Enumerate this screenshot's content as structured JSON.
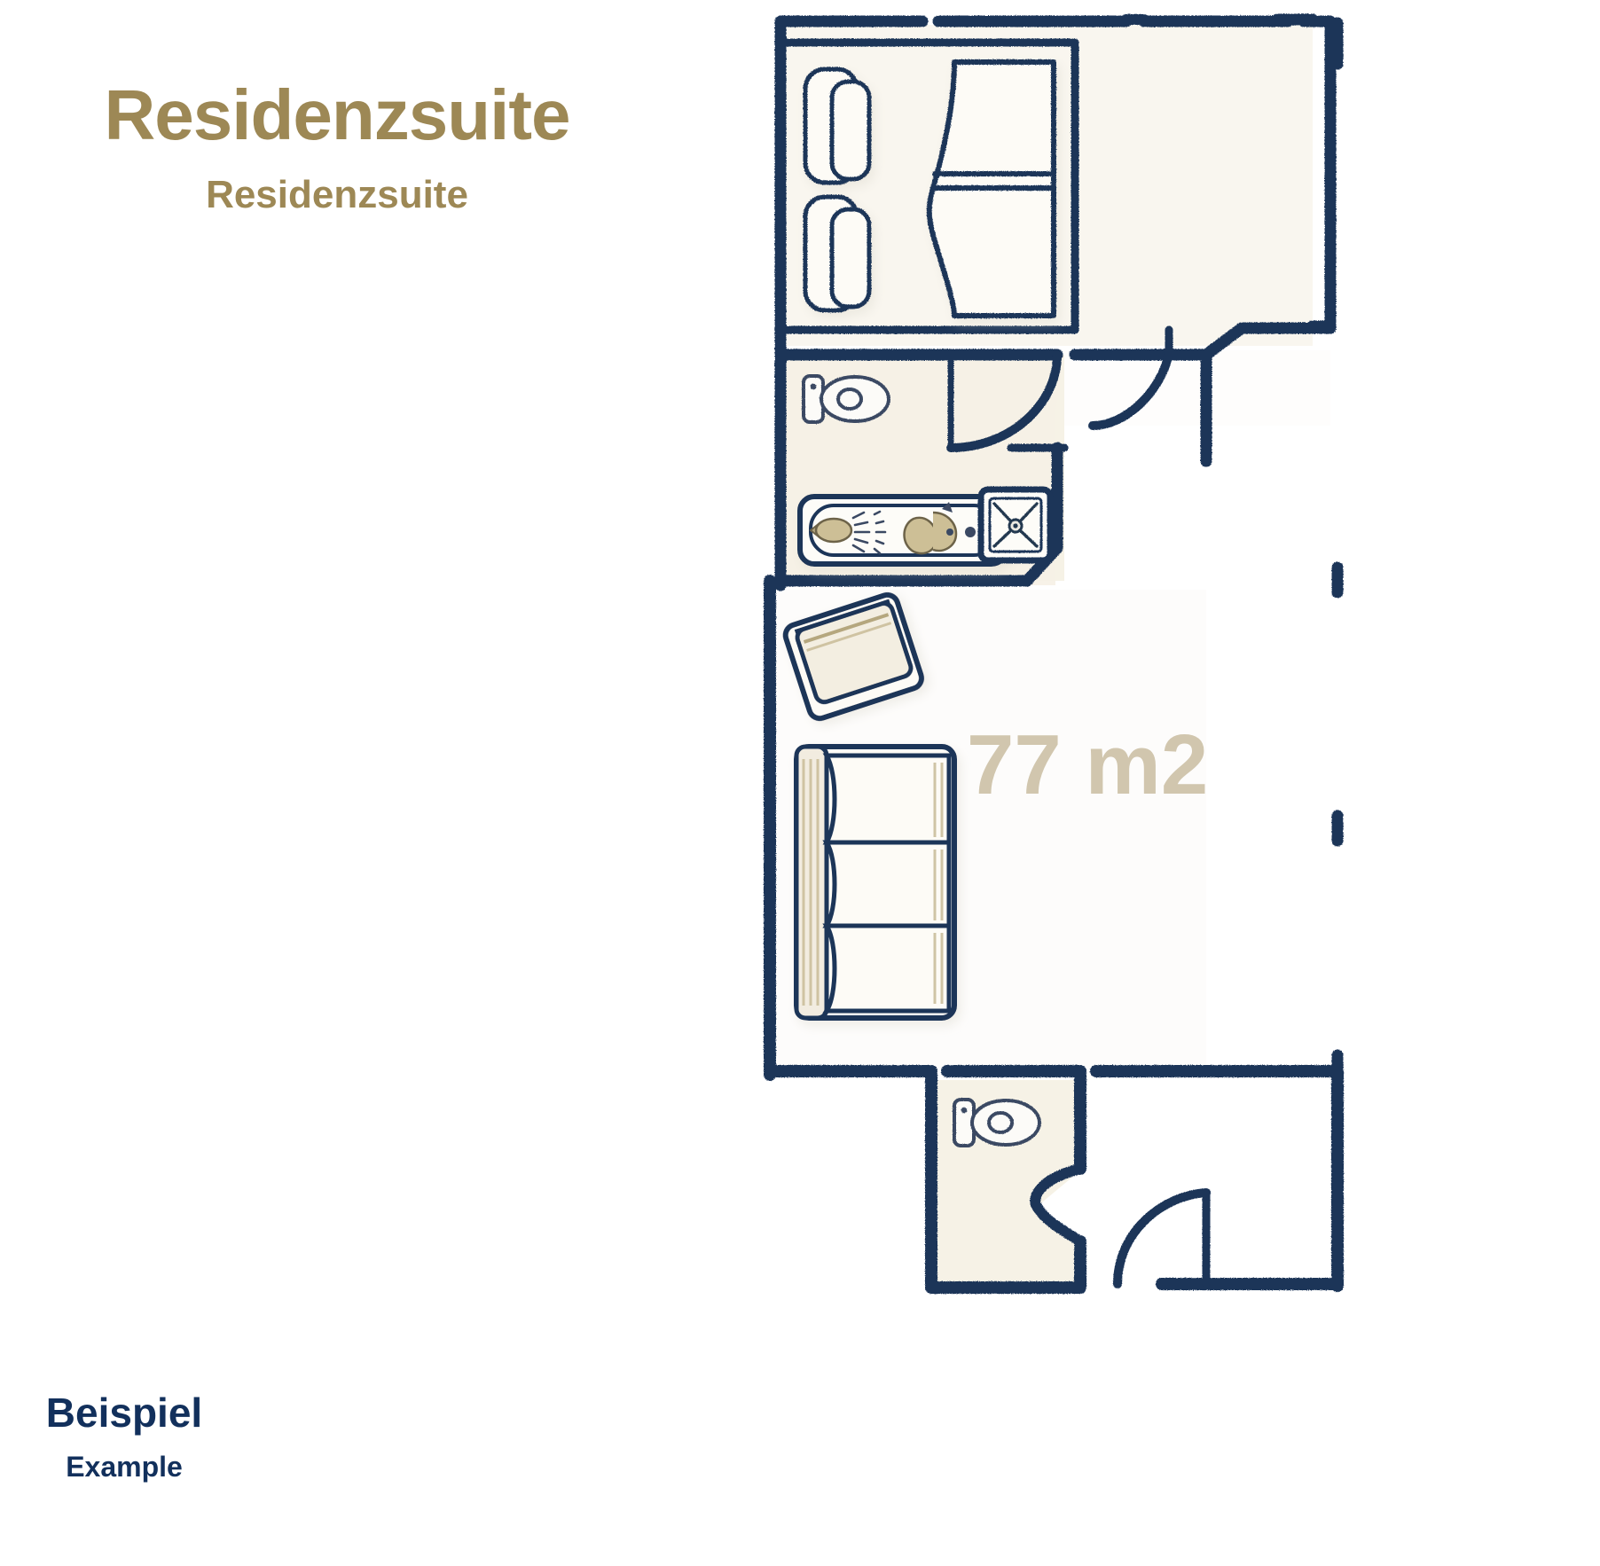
{
  "header": {
    "room_title": "Residenzsuite",
    "room_subtitle": "Residenzsuite",
    "title_color": "#9d8855"
  },
  "area": {
    "label": "77 m2",
    "color": "#9d8855"
  },
  "legend": {
    "example_de": "Beispiel",
    "example_en": "Example",
    "color": "#12305c"
  },
  "floorplan": {
    "style": "hand-drawn architectural floor plan",
    "wall_color": "#1c3559",
    "floor_fill": "#f6f1e6",
    "rooms": [
      {
        "name": "bedroom",
        "icons": [
          "double-bed-icon",
          "pillow-icon",
          "pillow-icon",
          "duvet-icon"
        ]
      },
      {
        "name": "bathroom",
        "icons": [
          "toilet-icon",
          "bathtub-icon",
          "shower-head-icon",
          "sink-icon",
          "shower-tray-icon",
          "door-swing-icon"
        ]
      },
      {
        "name": "living-room",
        "icons": [
          "armchair-icon",
          "sofa-icon"
        ]
      },
      {
        "name": "guest-wc",
        "icons": [
          "toilet-icon",
          "door-swing-icon"
        ]
      },
      {
        "name": "entrance-hall",
        "icons": [
          "entry-door-swing-icon"
        ]
      }
    ]
  }
}
